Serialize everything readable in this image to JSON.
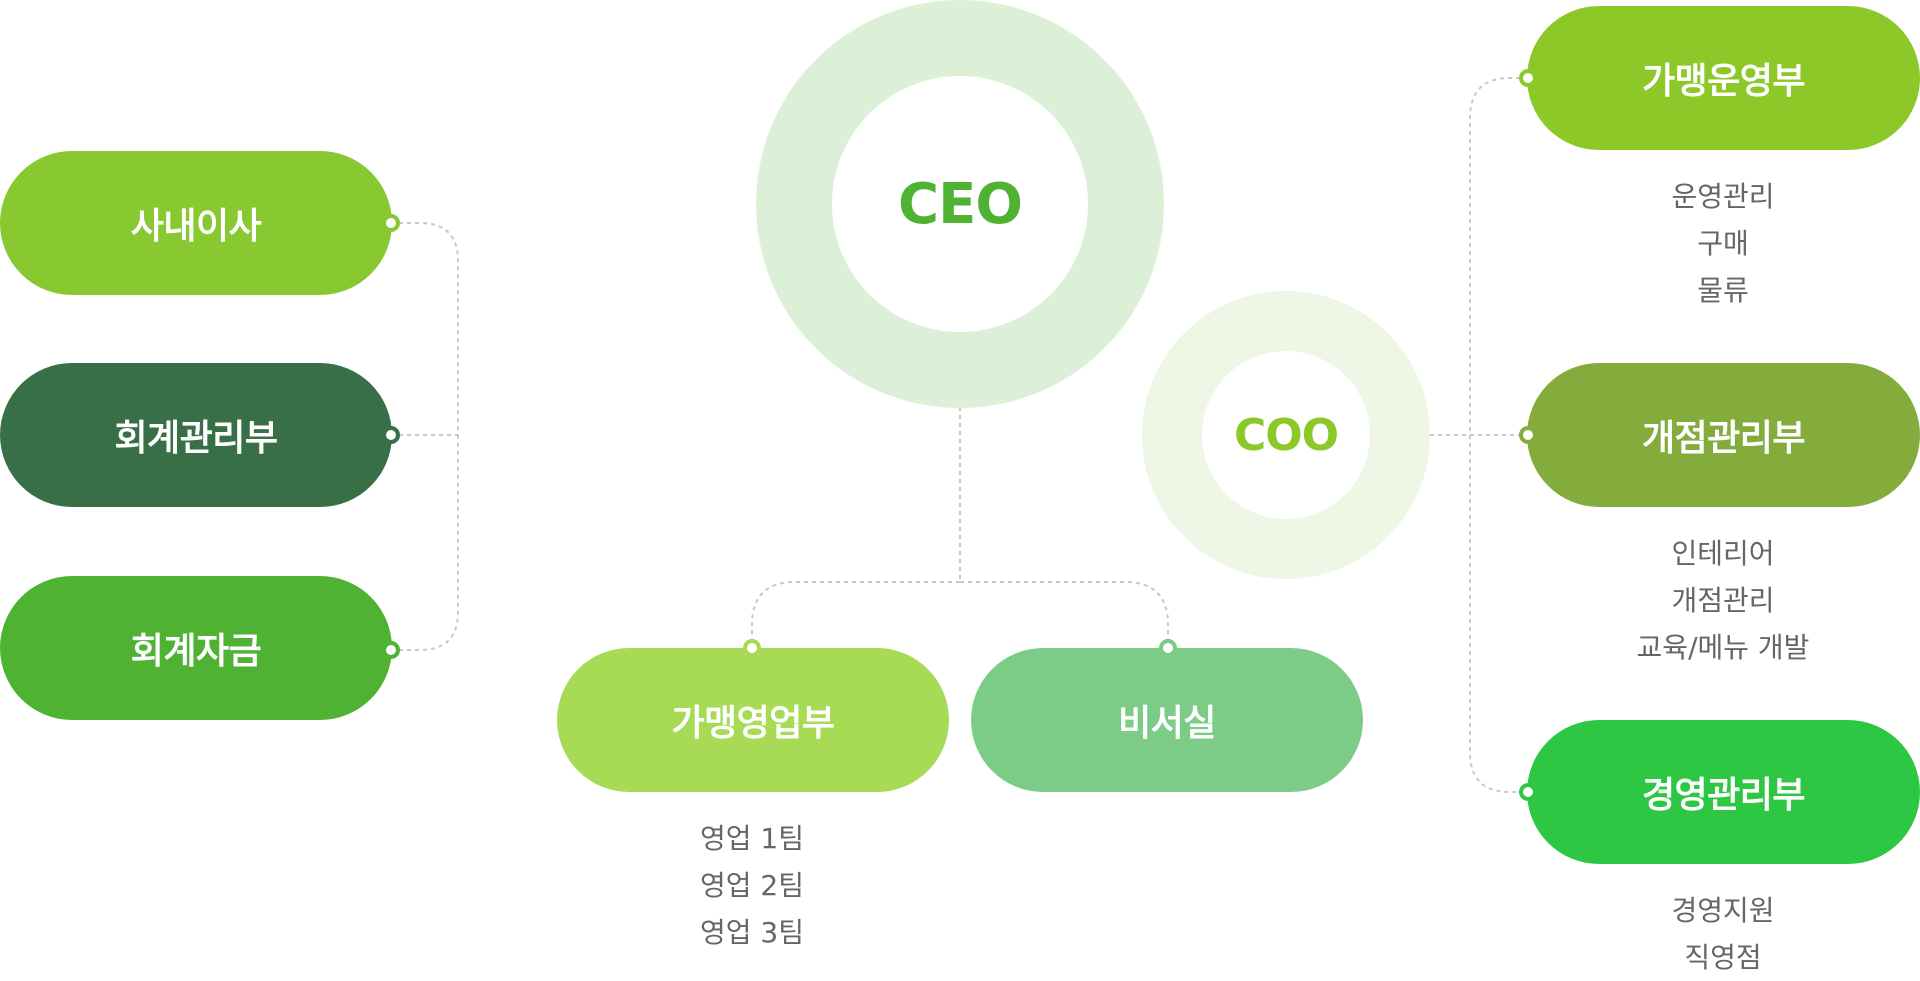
{
  "center": {
    "ceo": "CEO",
    "coo": "COO"
  },
  "left": [
    {
      "label": "사내이사",
      "color": "#88c830"
    },
    {
      "label": "회계관리부",
      "color": "#386f47"
    },
    {
      "label": "회계자금",
      "color": "#4fb233"
    }
  ],
  "bottom": [
    {
      "label": "가맹영업부",
      "color": "#a8db55",
      "subs": [
        "영업 1팀",
        "영업 2팀",
        "영업 3팀"
      ]
    },
    {
      "label": "비서실",
      "color": "#7ccc87",
      "subs": []
    }
  ],
  "right": [
    {
      "label": "가맹운영부",
      "color": "#8bc828",
      "subs": [
        "운영관리",
        "구매",
        "물류"
      ]
    },
    {
      "label": "개점관리부",
      "color": "#84ac3c",
      "subs": [
        "인테리어",
        "개점관리",
        "교육/메뉴 개발"
      ]
    },
    {
      "label": "경영관리부",
      "color": "#2dc744",
      "subs": [
        "경영지원",
        "직영점"
      ]
    }
  ],
  "colors": {
    "ceo_ring": "#dcf0d7",
    "ceo_text": "#4fb233",
    "coo_ring": "#eef7e6",
    "coo_text": "#8bc828",
    "connector": "#c8c8c8"
  }
}
